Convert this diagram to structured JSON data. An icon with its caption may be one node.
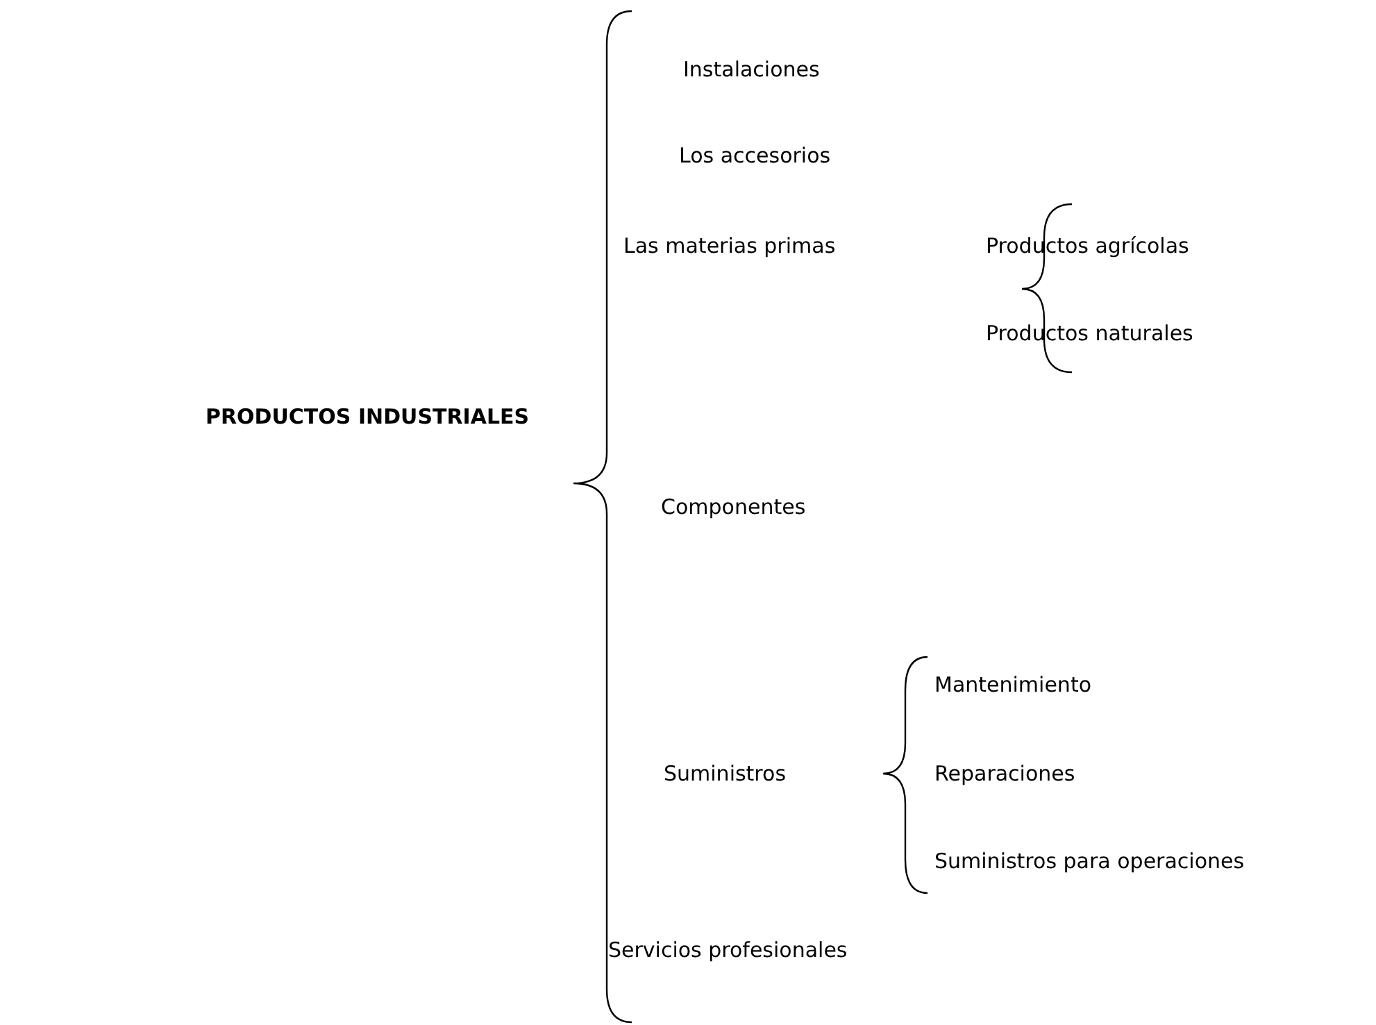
{
  "diagram": {
    "labels": [
      "PRODUCTOS INDUSTRIALES",
      "Instalaciones",
      "Los accesorios",
      "Las materias primas",
      "Productos agrícolas",
      "Productos naturales",
      "Componentes",
      "Suministros",
      "Mantenimiento",
      "Reparaciones",
      "Suministros para operaciones",
      "Servicios profesionales"
    ]
  }
}
